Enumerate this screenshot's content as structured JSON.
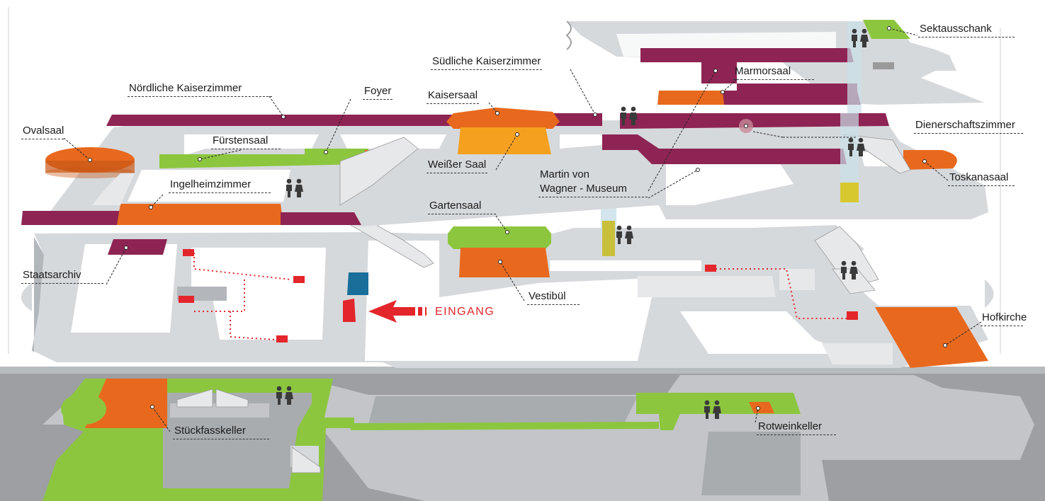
{
  "map": {
    "colors": {
      "purple": "#8e2453",
      "orange": "#e8691e",
      "green": "#8cc63f",
      "yellow_orange": "#f5a01e",
      "floor": "#d6d9dc",
      "floor_light": "#e6e8ea",
      "wall": "#aeb3b8",
      "basement": "#9d9fa3",
      "exit_red": "#e3262b",
      "blue": "#1a6e9a"
    },
    "labels": {
      "suedliche_kaiserzimmer": "Südliche Kaiserzimmer",
      "sektausschank": "Sektausschank",
      "noerdliche_kaiserzimmer": "Nördliche Kaiserzimmer",
      "foyer": "Foyer",
      "kaisersaal": "Kaisersaal",
      "marmorsaal": "Marmorsaal",
      "ovalsaal": "Ovalsaal",
      "fuerstensaal": "Fürstensaal",
      "dienerschaftszimmer": "Dienerschaftszimmer",
      "weisser_saal": "Weißer Saal",
      "museum_line1": "Martin von",
      "museum_line2": "Wagner - Museum",
      "toskanasaal": "Toskanasaal",
      "ingelheimzimmer": "Ingelheimzimmer",
      "gartensaal": "Gartensaal",
      "staatsarchiv": "Staatsarchiv",
      "vestibuel": "Vestibül",
      "eingang": "EINGANG",
      "hofkirche": "Hofkirche",
      "stueckfasskeller": "Stückfasskeller",
      "rotweinkeller": "Rotweinkeller"
    },
    "icons": [
      "restroom-icon",
      "stairs-icon",
      "elevator-icon",
      "entrance-arrow-icon"
    ]
  }
}
